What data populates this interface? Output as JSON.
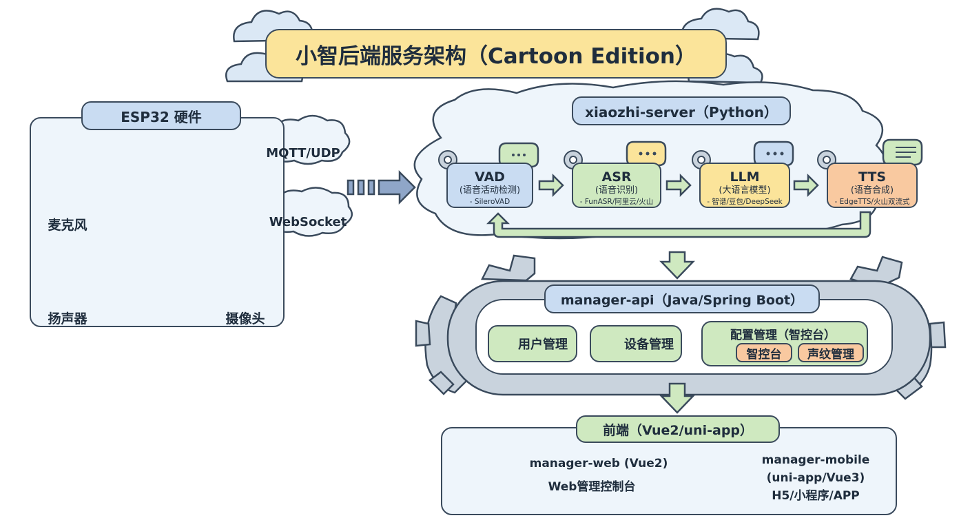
{
  "title": "小智后端服务架构（Cartoon Edition）",
  "hardware": {
    "title": "ESP32 硬件",
    "mic": "麦克风",
    "speaker": "扬声器",
    "camera": "摄像头",
    "protocol_1": "MQTT/UDP",
    "protocol_2": "WebSocket"
  },
  "server": {
    "title": "xiaozhi-server（Python）",
    "stages": [
      {
        "name": "VAD",
        "desc": "(语音活动检测)",
        "impl": "- SileroVAD",
        "color": "#c9dcf2"
      },
      {
        "name": "ASR",
        "desc": "(语音识别)",
        "impl": "- FunASR/阿里云/火山",
        "color": "#cfe9c0"
      },
      {
        "name": "LLM",
        "desc": "(大语言模型)",
        "impl": "- 智谱/豆包/DeepSeek",
        "color": "#fbe49a"
      },
      {
        "name": "TTS",
        "desc": "(语音合成)",
        "impl": "- EdgeTTS/火山双流式",
        "color": "#f9c9a0"
      }
    ]
  },
  "manager_api": {
    "title": "manager-api（Java/Spring Boot）",
    "user": "用户管理",
    "device": "设备管理",
    "config": "配置管理（智控台）",
    "config_sub_1": "智控台",
    "config_sub_2": "声纹管理"
  },
  "frontend": {
    "title": "前端（Vue2/uni-app）",
    "web_line_1": "manager-web (Vue2)",
    "web_line_2": "Web管理控制台",
    "mobile_line_1": "manager-mobile",
    "mobile_line_2": "(uni-app/Vue3)",
    "mobile_line_3": "H5/小程序/APP"
  },
  "colors": {
    "outline": "#3a4a5c",
    "title_banner": "#fbe49a",
    "blue_pill": "#c9dcf2",
    "green_pill": "#cfe9c0",
    "orange_pill": "#f9c9a0",
    "panel_bg": "#eef5fb",
    "gear": "#c9d3dd",
    "arrow_green": "#cfe9c0"
  }
}
